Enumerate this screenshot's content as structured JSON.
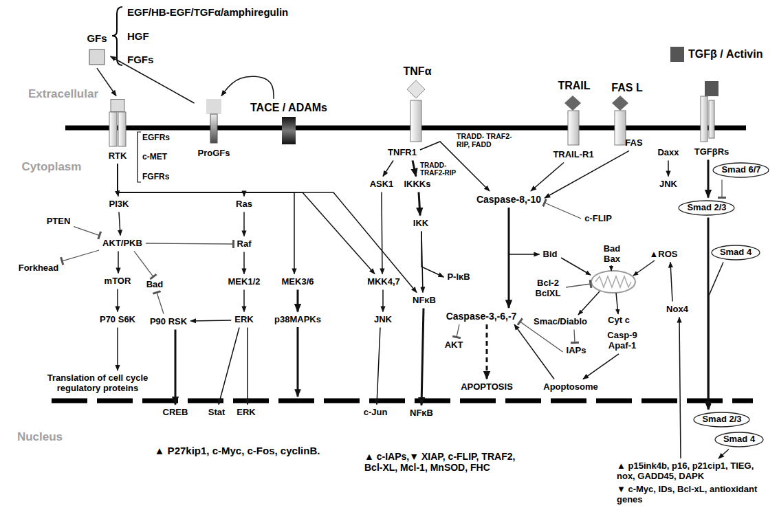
{
  "diagram": {
    "nodes": [
      {
        "text": [
          "GFs"
        ]
      },
      {
        "text": [
          "ProGFs"
        ]
      },
      {
        "text": [
          "TACE / ADAMs"
        ]
      },
      {
        "text": [
          "RTK"
        ]
      },
      {
        "text": [
          "TNFR1"
        ]
      },
      {
        "text": [
          "TRAIL-R1"
        ]
      },
      {
        "text": [
          "FAS"
        ]
      },
      {
        "text": [
          "TGFβRs"
        ]
      },
      {
        "text": [
          "Daxx"
        ]
      },
      {
        "text": [
          "Smad 6/7"
        ]
      },
      {
        "text": [
          "ASK1"
        ]
      },
      {
        "text": [
          "IKKKs"
        ]
      },
      {
        "text": [
          "JNK"
        ]
      },
      {
        "text": [
          "Caspase-8,-10"
        ]
      },
      {
        "text": [
          "PI3K"
        ]
      },
      {
        "text": [
          "Ras"
        ]
      },
      {
        "text": [
          "Smad 2/3"
        ]
      },
      {
        "text": [
          "c-FLIP"
        ]
      },
      {
        "text": [
          "PTEN"
        ]
      },
      {
        "text": [
          "IKK"
        ]
      },
      {
        "text": [
          "AKT/PKB"
        ]
      },
      {
        "text": [
          "Raf"
        ]
      },
      {
        "text": [
          "Bid"
        ]
      },
      {
        "text": [
          "Bad Bax"
        ]
      },
      {
        "text": [
          "▲ROS"
        ]
      },
      {
        "text": [
          "Smad 4"
        ]
      },
      {
        "text": [
          "Forkhead"
        ]
      },
      {
        "text": [
          "P-IκB"
        ]
      },
      {
        "text": [
          "mTOR"
        ]
      },
      {
        "text": [
          "Bad"
        ]
      },
      {
        "text": [
          "MEK1/2"
        ]
      },
      {
        "text": [
          "MEK3/6"
        ]
      },
      {
        "text": [
          "MKK4,7"
        ]
      },
      {
        "text": [
          "Bcl-2 BclXL"
        ]
      },
      {
        "text": [
          "NFκB"
        ]
      },
      {
        "text": [
          "Nox4"
        ]
      },
      {
        "text": [
          "Caspase-3,-6,-7"
        ]
      },
      {
        "text": [
          "P70 S6K"
        ]
      },
      {
        "text": [
          "P90 RSK"
        ]
      },
      {
        "text": [
          "ERK"
        ]
      },
      {
        "text": [
          "p38MAPKs"
        ]
      },
      {
        "text": [
          "JNK"
        ]
      },
      {
        "text": [
          "Smac/Diablo"
        ]
      },
      {
        "text": [
          "Cyt c"
        ]
      },
      {
        "text": [
          "Casp-9 Apaf-1"
        ]
      },
      {
        "text": [
          "AKT"
        ]
      },
      {
        "text": [
          "IAPs"
        ]
      },
      {
        "text": [
          "Translation of cell cycle regulatory proteins"
        ]
      },
      {
        "text": [
          "APOPTOSIS"
        ]
      },
      {
        "text": [
          "Apoptosome"
        ]
      },
      {
        "text": [
          "CREB"
        ]
      },
      {
        "text": [
          "Stat"
        ]
      },
      {
        "text": [
          "ERK"
        ]
      },
      {
        "text": [
          "c-Jun"
        ]
      },
      {
        "text": [
          "NFκB"
        ]
      },
      {
        "text": [
          "Smad 2/3"
        ]
      },
      {
        "text": [
          "Smad 4"
        ]
      },
      {
        "text": [
          "▲ P27kip1, c-Myc, c-Fos, cyclinB."
        ]
      },
      {
        "text": [
          "▲ c-IAPs,▼ XIAP, c-FLIP, TRAF2, Bcl-XL, Mcl-1, MnSOD, FHC"
        ]
      },
      {
        "text": [
          "▲ p15ink4b, p16, p21cip1, TIEG, nox, GADD45, DAPK"
        ]
      },
      {
        "text": [
          "▼ c-Myc, IDs, Bcl-xL, antioxidant genes"
        ]
      }
    ],
    "edges": [
      {
        "from": 1,
        "to": 0,
        "arrow": "to"
      },
      {
        "from": 2,
        "to": 1,
        "arrow": "to"
      },
      {
        "from": 0,
        "to": 3,
        "arrow": "to"
      },
      {
        "from": 3,
        "to": 14,
        "arrow": "to"
      },
      {
        "from": 3,
        "to": 15,
        "arrow": "to"
      },
      {
        "from": 3,
        "to": 31,
        "arrow": "to"
      },
      {
        "from": 3,
        "to": 32,
        "arrow": "to"
      },
      {
        "from": 3,
        "to": 34,
        "arrow": "to"
      },
      {
        "from": 14,
        "to": 20,
        "arrow": "to"
      },
      {
        "from": 18,
        "to": 20,
        "arrow": "to"
      },
      {
        "from": 20,
        "to": 26,
        "arrow": "to"
      },
      {
        "from": 20,
        "to": 28,
        "arrow": "to"
      },
      {
        "from": 20,
        "to": 29,
        "arrow": "to"
      },
      {
        "from": 20,
        "to": 21,
        "arrow": "to"
      },
      {
        "from": 28,
        "to": 37,
        "arrow": "to"
      },
      {
        "from": 37,
        "to": 47,
        "arrow": "to"
      },
      {
        "from": 15,
        "to": 21,
        "arrow": "to"
      },
      {
        "from": 21,
        "to": 30,
        "arrow": "to"
      },
      {
        "from": 30,
        "to": 39,
        "arrow": "to"
      },
      {
        "from": 39,
        "to": 38,
        "arrow": "to"
      },
      {
        "from": 38,
        "to": 29,
        "arrow": "to"
      },
      {
        "from": 39,
        "to": 51,
        "arrow": "to"
      },
      {
        "from": 39,
        "to": 52,
        "arrow": "to"
      },
      {
        "from": 38,
        "to": 50,
        "arrow": "to"
      },
      {
        "from": 31,
        "to": 40,
        "arrow": "to"
      },
      {
        "from": 4,
        "to": 10,
        "arrow": "to"
      },
      {
        "from": 4,
        "to": 11,
        "arrow": "to",
        "label": "TRADD- TRAF2-RIP"
      },
      {
        "from": 4,
        "to": 13,
        "arrow": "to",
        "label": "TRADD- TRAF2- RIP, FADD"
      },
      {
        "from": 10,
        "to": 32,
        "arrow": "to"
      },
      {
        "from": 32,
        "to": 41,
        "arrow": "to"
      },
      {
        "from": 41,
        "to": 53,
        "arrow": "to"
      },
      {
        "from": 11,
        "to": 19,
        "arrow": "to"
      },
      {
        "from": 19,
        "to": 34,
        "arrow": "to"
      },
      {
        "from": 19,
        "to": 27,
        "arrow": "to"
      },
      {
        "from": 34,
        "to": 54,
        "arrow": "to"
      },
      {
        "from": 5,
        "to": 13,
        "arrow": "to"
      },
      {
        "from": 6,
        "to": 13,
        "arrow": "to"
      },
      {
        "from": 17,
        "to": 13,
        "arrow": "to"
      },
      {
        "from": 13,
        "to": 36,
        "arrow": "to"
      },
      {
        "from": 13,
        "to": 22,
        "arrow": "to"
      },
      {
        "from": 42,
        "to": 46,
        "arrow": "to"
      },
      {
        "from": 46,
        "to": 36,
        "arrow": "to"
      },
      {
        "from": 36,
        "to": 45,
        "arrow": "to"
      },
      {
        "from": 36,
        "to": 48,
        "arrow": "to"
      },
      {
        "from": 49,
        "to": 36,
        "arrow": "to"
      },
      {
        "from": 44,
        "to": 49,
        "arrow": "to"
      },
      {
        "from": 35,
        "to": 24,
        "arrow": "to"
      },
      {
        "from": 59,
        "to": 35,
        "arrow": "to"
      },
      {
        "from": 7,
        "to": 16,
        "arrow": "to"
      },
      {
        "from": 9,
        "to": 16,
        "arrow": "to"
      },
      {
        "from": 8,
        "to": 12,
        "arrow": "to"
      },
      {
        "from": 16,
        "to": 55,
        "arrow": "to"
      },
      {
        "from": 25,
        "to": 55,
        "arrow": "to"
      },
      {
        "from": 56,
        "to": 59,
        "arrow": "to"
      }
    ],
    "labels": [
      "Extracellular",
      "Cytoplasm",
      "Nucleus",
      "EGF/HB-EGF/TGFα/amphiregulin",
      "HGF",
      "FGFs",
      "EGFRs",
      "c-MET",
      "FGFRs",
      "TNFα",
      "TRAIL",
      "FAS L"
    ],
    "legend": [
      {
        "text": "TGFβ / Activin",
        "color": "#555555"
      }
    ]
  }
}
